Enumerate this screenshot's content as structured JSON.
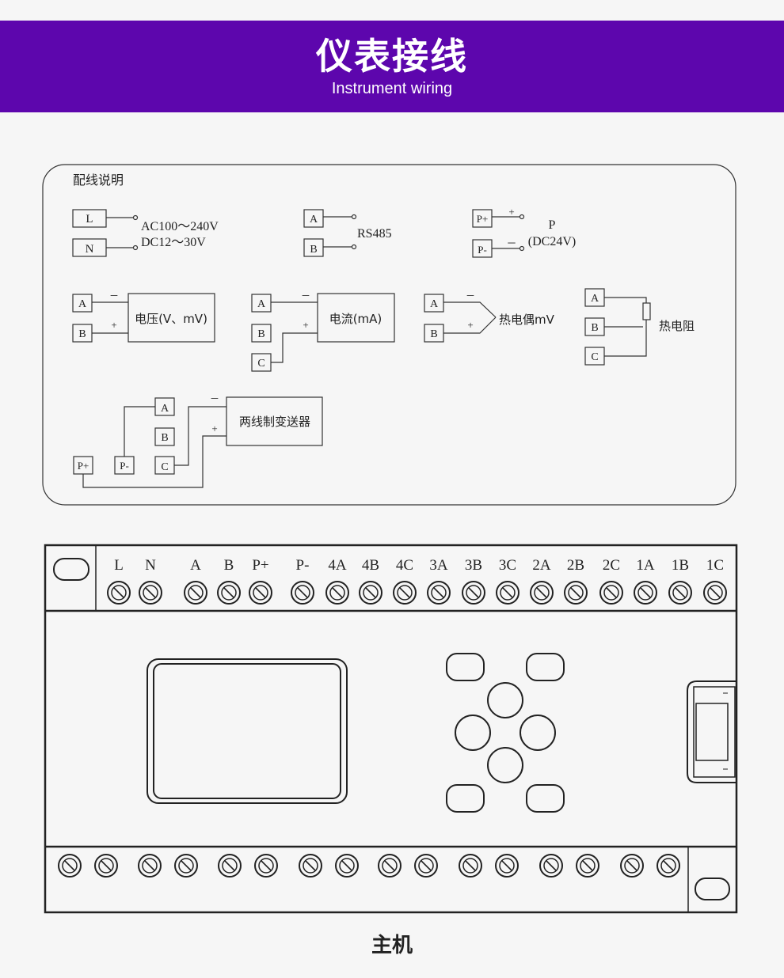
{
  "header": {
    "title": "仪表接线",
    "subtitle": "Instrument wiring"
  },
  "wiring_box": {
    "title": "配线说明",
    "power": {
      "l": "L",
      "n": "N",
      "ac": "AC100～240V",
      "dc": "DC12～30V"
    },
    "rs485": {
      "a": "A",
      "b": "B",
      "label": "RS485"
    },
    "p24": {
      "pplus": "P+",
      "pminus": "P-",
      "plus": "+",
      "minus": "－",
      "p": "P",
      "dc": "(DC24V)"
    },
    "voltage": {
      "a": "A",
      "b": "B",
      "minus": "－",
      "plus": "+",
      "label": "电压(V、mV)"
    },
    "current": {
      "a": "A",
      "b": "B",
      "c": "C",
      "minus": "－",
      "plus": "+",
      "label": "电流(mA)"
    },
    "thermocouple": {
      "a": "A",
      "b": "B",
      "minus": "－",
      "plus": "+",
      "label": "热电偶mV"
    },
    "rtd": {
      "a": "A",
      "b": "B",
      "c": "C",
      "label": "热电阻"
    },
    "transmitter": {
      "a": "A",
      "b": "B",
      "c": "C",
      "pplus": "P+",
      "pminus": "P-",
      "minus": "－",
      "plus": "+",
      "label": "两线制变送器"
    }
  },
  "device": {
    "terminal_labels": [
      "L",
      "N",
      "A",
      "B",
      "P+",
      "P-",
      "4A",
      "4B",
      "4C",
      "3A",
      "3B",
      "3C",
      "2A",
      "2B",
      "2C",
      "1A",
      "1B",
      "1C"
    ],
    "caption": "主机"
  }
}
